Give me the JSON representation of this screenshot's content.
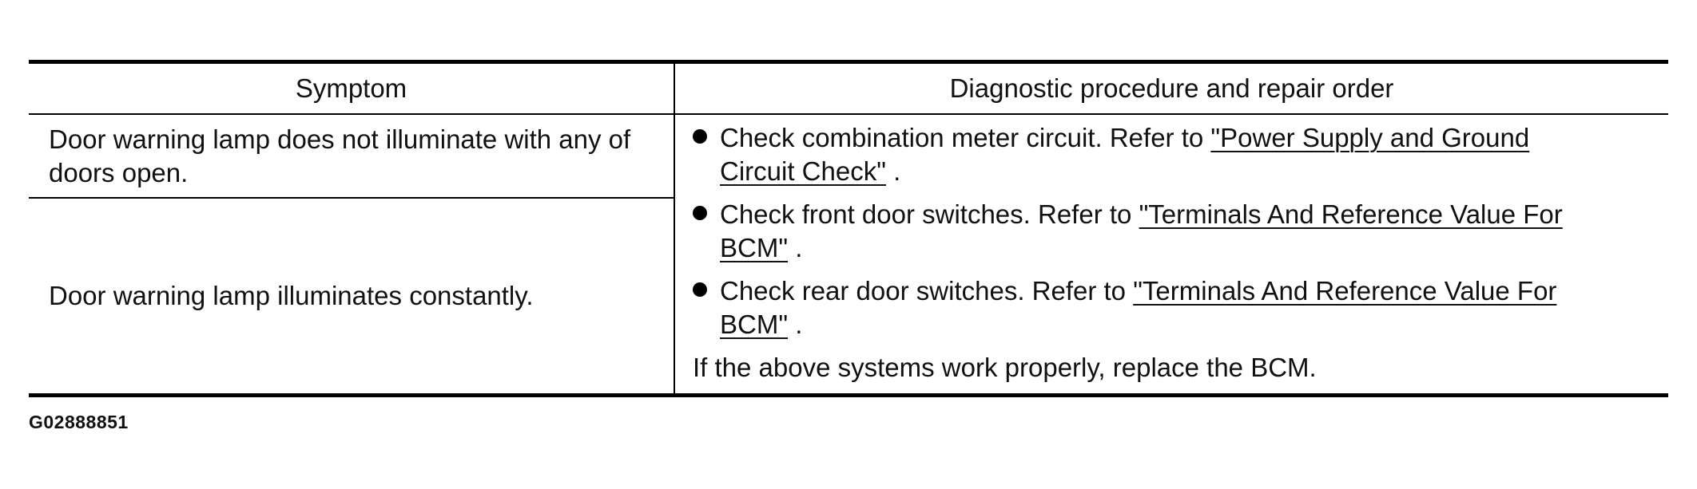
{
  "table": {
    "headers": {
      "symptom": "Symptom",
      "procedure": "Diagnostic procedure and repair order"
    },
    "rows": [
      {
        "symptom": "Door warning lamp does not illuminate with any of doors open."
      },
      {
        "symptom": "Door warning lamp illuminates constantly."
      }
    ],
    "steps": [
      {
        "text": "Check combination meter circuit. Refer to ",
        "link": "\"Power Supply and Ground Circuit Check\"",
        "suffix": " ."
      },
      {
        "text": "Check front door switches. Refer to ",
        "link": "\"Terminals And Reference Value For BCM\"",
        "suffix": " ."
      },
      {
        "text": "Check rear door switches. Refer to ",
        "link": "\"Terminals And Reference Value For BCM\"",
        "suffix": " ."
      }
    ],
    "conclusion": "If the above systems work properly, replace the BCM."
  },
  "figure_id": "G02888851"
}
